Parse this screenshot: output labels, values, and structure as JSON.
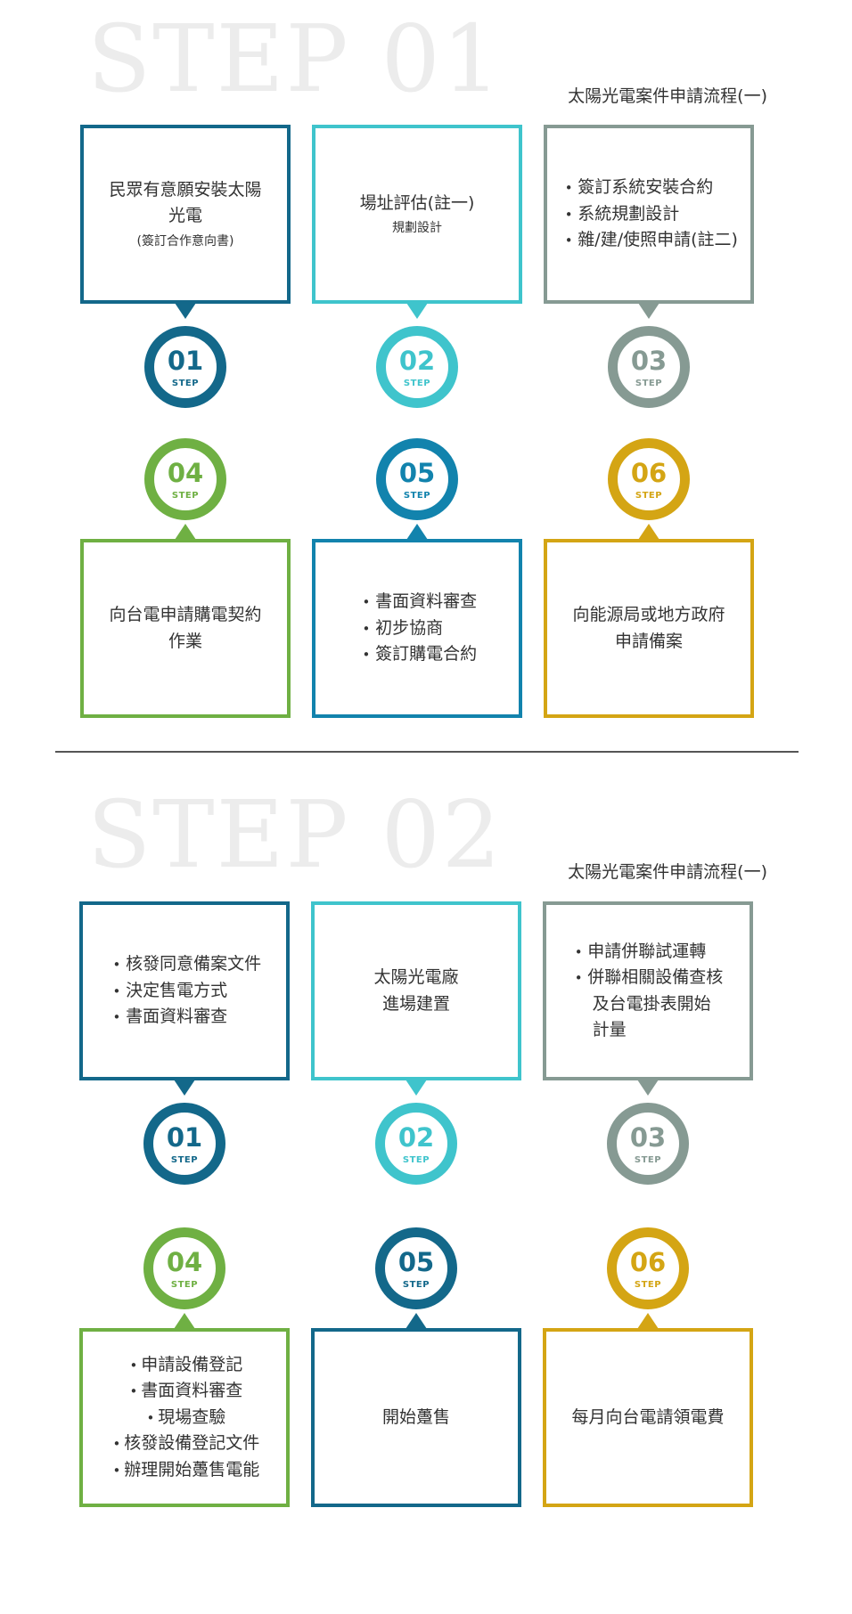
{
  "colors": {
    "step1": "#13688a",
    "step2": "#3fc4cc",
    "step3": "#869a93",
    "step4": "#6fb043",
    "step5": "#1283ad",
    "step6": "#d4a514",
    "divider": "#555555",
    "watermark": "#ececec"
  },
  "section1": {
    "watermark": "STEP 01",
    "flow_title": "太陽光電案件申請流程(一)",
    "steps": [
      {
        "num": "01",
        "step_label": "STEP",
        "main_lines": [
          "民眾有意願安裝太陽",
          "光電"
        ],
        "sub": "(簽訂合作意向書)"
      },
      {
        "num": "02",
        "step_label": "STEP",
        "main_lines": [
          "場址評估(註一)"
        ],
        "sub": "規劃設計"
      },
      {
        "num": "03",
        "step_label": "STEP",
        "items": [
          "簽訂系統安裝合約",
          "系統規劃設計",
          "雜/建/使照申請(註二)"
        ]
      },
      {
        "num": "04",
        "step_label": "STEP",
        "main_lines": [
          "向台電申請購電契約",
          "作業"
        ]
      },
      {
        "num": "05",
        "step_label": "STEP",
        "items": [
          "書面資料審查",
          "初步協商",
          "簽訂購電合約"
        ]
      },
      {
        "num": "06",
        "step_label": "STEP",
        "main_lines": [
          "向能源局或地方政府",
          "申請備案"
        ]
      }
    ]
  },
  "section2": {
    "watermark": "STEP 02",
    "flow_title": "太陽光電案件申請流程(一)",
    "steps": [
      {
        "num": "01",
        "step_label": "STEP",
        "items": [
          "核發同意備案文件",
          "決定售電方式",
          "書面資料審查"
        ]
      },
      {
        "num": "02",
        "step_label": "STEP",
        "main_lines": [
          "太陽光電廠",
          "進場建置"
        ]
      },
      {
        "num": "03",
        "step_label": "STEP",
        "items": [
          "申請併聯試運轉",
          "併聯相關設備查核及台電掛表開始計量"
        ]
      },
      {
        "num": "04",
        "step_label": "STEP",
        "items": [
          "申請設備登記",
          "書面資料審查",
          "現場查驗",
          "核發設備登記文件",
          "辦理開始躉售電能"
        ]
      },
      {
        "num": "05",
        "step_label": "STEP",
        "main_lines": [
          "開始躉售"
        ]
      },
      {
        "num": "06",
        "step_label": "STEP",
        "main_lines": [
          "每月向台電請領電費"
        ]
      }
    ]
  }
}
